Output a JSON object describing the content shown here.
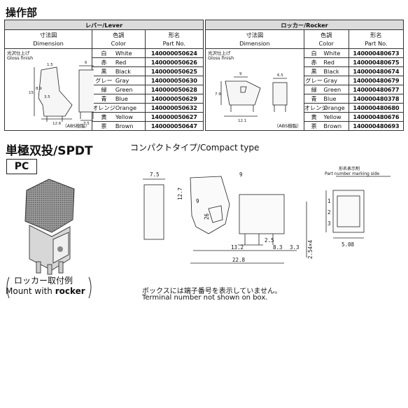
{
  "heading": "操作部",
  "lever": {
    "title": "レバー/Lever",
    "dim_jp": "寸法図",
    "dim_en": "Dimension",
    "color_jp": "色調",
    "color_en": "Color",
    "pn_jp": "形名",
    "pn_en": "Part No.",
    "finish_jp": "光沢仕上げ",
    "finish_en": "Gloss finish",
    "abs_note": "（ABS樹脂）",
    "dims": [
      "1.5",
      "6",
      "8.9",
      "3.5",
      "15",
      "12.6",
      "7.5"
    ],
    "rows": [
      {
        "jp": "白",
        "en": "White",
        "pn": "140000050624"
      },
      {
        "jp": "赤",
        "en": "Red",
        "pn": "140000050626"
      },
      {
        "jp": "黒",
        "en": "Black",
        "pn": "140000050625"
      },
      {
        "jp": "グレー",
        "en": "Gray",
        "pn": "140000050630"
      },
      {
        "jp": "緑",
        "en": "Green",
        "pn": "140000050628"
      },
      {
        "jp": "青",
        "en": "Blue",
        "pn": "140000050629"
      },
      {
        "jp": "オレンジ",
        "en": "Orange",
        "pn": "140000050632"
      },
      {
        "jp": "黄",
        "en": "Yellow",
        "pn": "140000050627"
      },
      {
        "jp": "茶",
        "en": "Brown",
        "pn": "140000050647"
      }
    ]
  },
  "rocker": {
    "title": "ロッカー/Rocker",
    "dim_jp": "寸法図",
    "dim_en": "Dimension",
    "color_jp": "色調",
    "color_en": "Color",
    "pn_jp": "形名",
    "pn_en": "Part No.",
    "finish_jp": "光沢仕上げ",
    "finish_en": "Gloss finish",
    "abs_note": "（ABS樹脂）",
    "dims": [
      "9",
      "6.5",
      "7.9",
      "12.1"
    ],
    "rows": [
      {
        "jp": "白",
        "en": "White",
        "pn": "140000480673"
      },
      {
        "jp": "赤",
        "en": "Red",
        "pn": "140000480675"
      },
      {
        "jp": "黒",
        "en": "Black",
        "pn": "140000480674"
      },
      {
        "jp": "グレー",
        "en": "Gray",
        "pn": "140000480679"
      },
      {
        "jp": "緑",
        "en": "Green",
        "pn": "140000480677"
      },
      {
        "jp": "青",
        "en": "Blue",
        "pn": "140000480378"
      },
      {
        "jp": "オレンジ",
        "en": "Orange",
        "pn": "140000480680"
      },
      {
        "jp": "黄",
        "en": "Yellow",
        "pn": "140000480676"
      },
      {
        "jp": "茶",
        "en": "Brown",
        "pn": "140000480693"
      }
    ]
  },
  "spdt": {
    "title": "単極双投/SPDT",
    "subtitle": "コンパクトタイプ/Compact type",
    "model": "PC",
    "mount_jp": "ロッカー取付例",
    "mount_en_1": "Mount with ",
    "mount_en_2": "rocker",
    "marking_jp": "形名表示剤",
    "marking_en": "Part number marking side",
    "dims": [
      "7.5",
      "9",
      "12.7",
      "9",
      "26",
      "13.2",
      "2.5",
      "8.3",
      "3.3",
      "22.8",
      "2.54×4",
      "5.08",
      "1",
      "2",
      "3"
    ],
    "note_jp": "ボックスには端子番号を表示していません。",
    "note_en": "Terminal number not shown on box."
  }
}
